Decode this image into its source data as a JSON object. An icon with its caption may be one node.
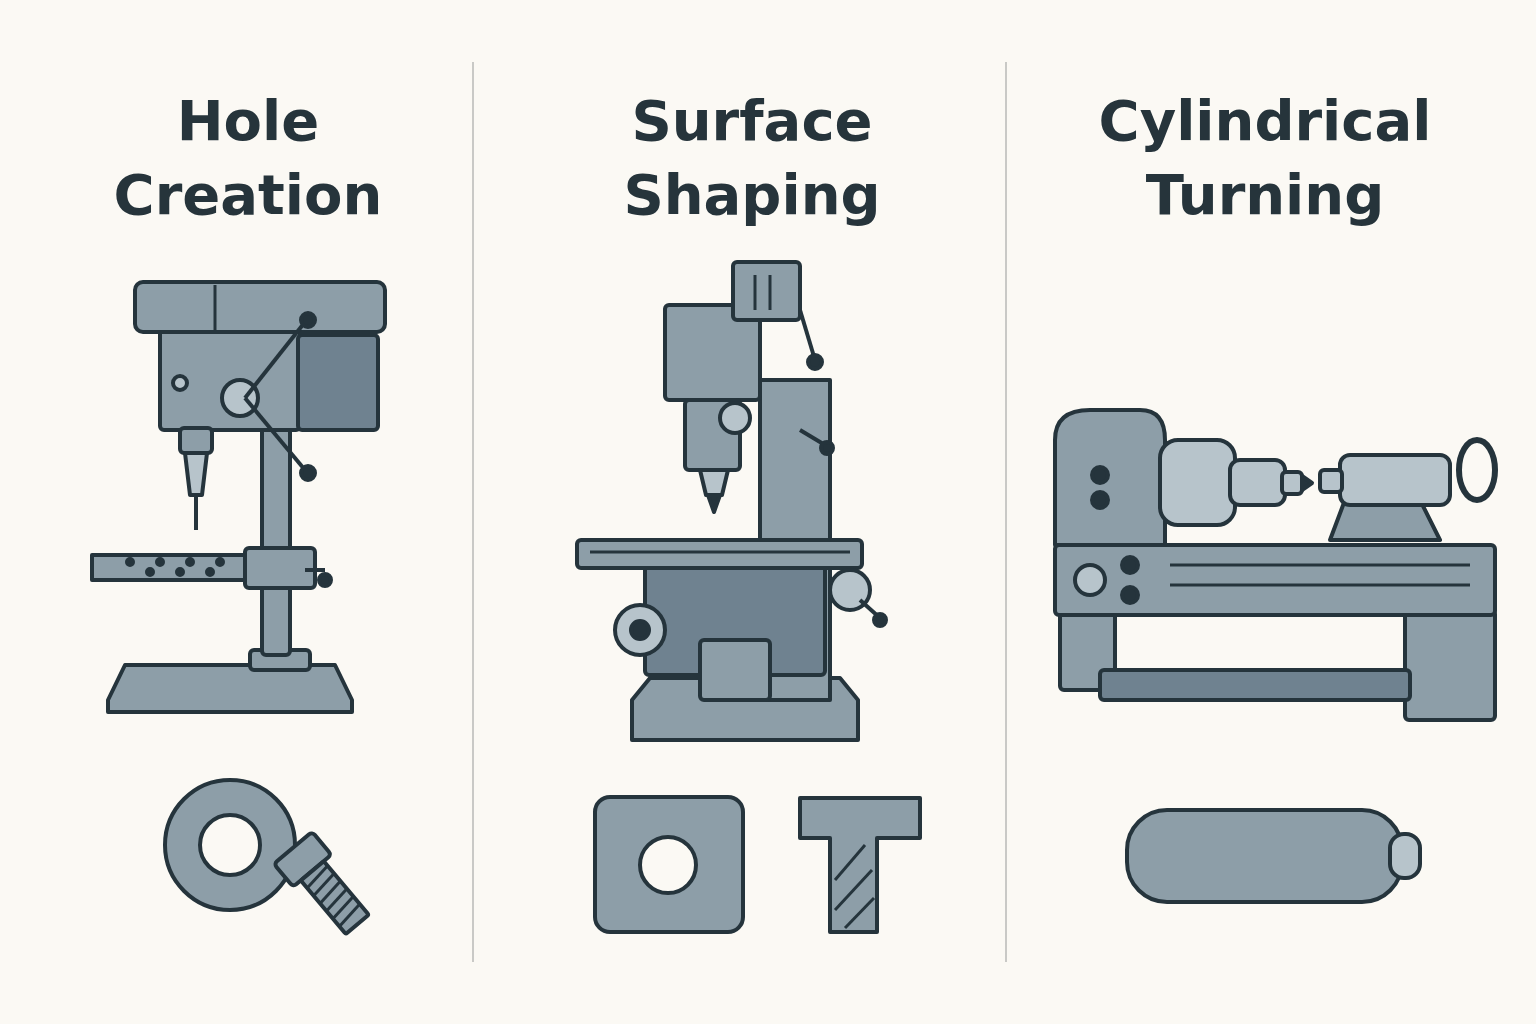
{
  "diagram": {
    "labels": [
      "Hole Creation",
      "Surface Shaping",
      "Cylindrical Turning"
    ]
  }
}
